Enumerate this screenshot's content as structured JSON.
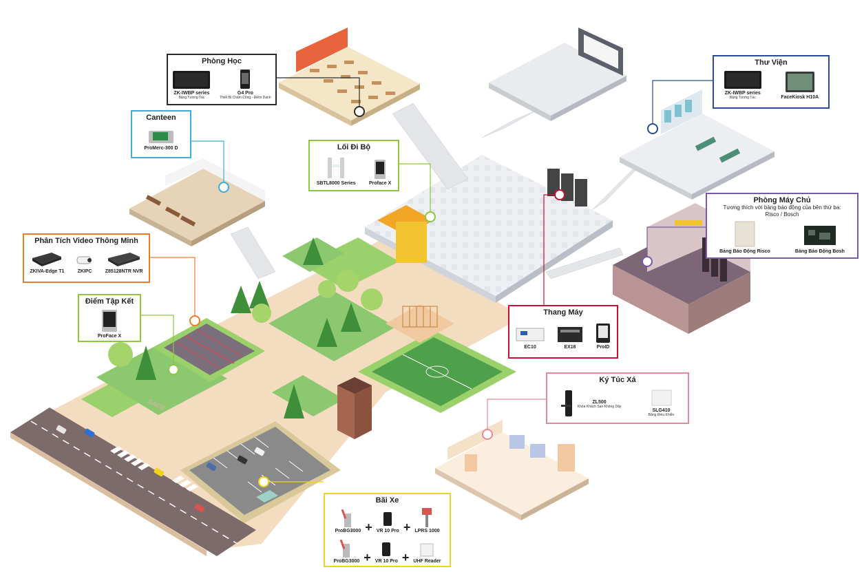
{
  "callouts": {
    "phong_hoc": {
      "title": "Phòng Học",
      "color": "#2b2b2b",
      "items": [
        {
          "name": "ZK-IWBP series",
          "desc": "Bảng Tương Tác"
        },
        {
          "name": "G4 Pro",
          "desc": "Thiết Bị Chấm Công - Điểm Danh"
        }
      ]
    },
    "canteen": {
      "title": "Canteen",
      "color": "#3aaed8",
      "items": [
        {
          "name": "ProMerc-300 D"
        }
      ]
    },
    "loi_di_bo": {
      "title": "Lối Đi Bộ",
      "color": "#8dc63f",
      "items": [
        {
          "name": "SBTL8000 Series"
        },
        {
          "name": "Proface X"
        }
      ]
    },
    "phan_tich_video": {
      "title": "Phân Tích Video Thông Minh",
      "color": "#f07a2c",
      "items": [
        {
          "name": "ZKIVA-Edge T1"
        },
        {
          "name": "ZKIPC"
        },
        {
          "name": "Z85128NTR NVR"
        }
      ]
    },
    "diem_tap_ket": {
      "title": "Điểm Tập Kết",
      "color": "#8dc63f",
      "items": [
        {
          "name": "ProFace X"
        }
      ]
    },
    "thu_vien": {
      "title": "Thư Viện",
      "color": "#2a4a9b",
      "items": [
        {
          "name": "ZK-IWBP series",
          "desc": "Bảng Tương Tác"
        },
        {
          "name": "FaceKiosk H10A"
        }
      ]
    },
    "phong_may_chu": {
      "title": "Phòng Máy Chủ",
      "subtitle": "Tương thích với bảng báo động của bên thứ ba:",
      "subtitle2": "Risco / Bosch",
      "color": "#7a5aa6",
      "items": [
        {
          "name": "Bảng Báo Động Risco"
        },
        {
          "name": "Bảng Báo Động Bosh"
        }
      ]
    },
    "thang_may": {
      "title": "Thang Máy",
      "color": "#c8102e",
      "items": [
        {
          "name": "EC10"
        },
        {
          "name": "EX16"
        },
        {
          "name": "ProID"
        }
      ]
    },
    "ky_tuc_xa": {
      "title": "Ký Túc Xá",
      "color": "#e58a9a",
      "items": [
        {
          "name": "ZL500",
          "desc": "Khóa Khách Sạn Không Dây"
        },
        {
          "name": "SLG410",
          "desc": "Bảng Điều Khiển"
        }
      ]
    },
    "bai_xe": {
      "title": "Bãi Xe",
      "color": "#f2d31b",
      "row1": [
        {
          "name": "ProBG3000"
        },
        {
          "name": "VR 10 Pro"
        },
        {
          "name": "LPRS 1000"
        }
      ],
      "row2": [
        {
          "name": "ProBG3000"
        },
        {
          "name": "VR 10 Pro"
        },
        {
          "name": "UHF Reader"
        }
      ],
      "plus": "+"
    }
  },
  "scene_text": {
    "safe_sign": "SAFE"
  }
}
